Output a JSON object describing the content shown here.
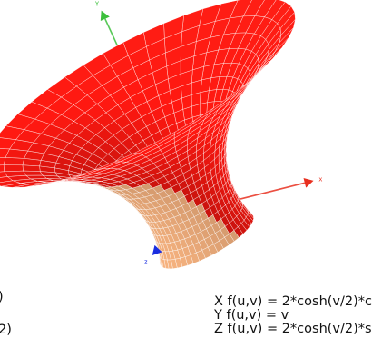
{
  "axes": {
    "x": {
      "label": "x",
      "color": "#e83020"
    },
    "y": {
      "label": "Y",
      "color": "#3cc03c"
    },
    "z": {
      "label": "z",
      "color": "#1a2ee0"
    }
  },
  "equations": {
    "x": "X f(u,v) = 2*cosh(v/2)*c",
    "y": "Y f(u,v) = v",
    "z": "Z f(u,v) = 2*cosh(v/2)*s"
  },
  "left_fragments": {
    "top": ")",
    "bottom": "2)"
  },
  "surface": {
    "outer_color": "#d4140e",
    "inner_color": "#e8a878",
    "mesh_color": "#ffffff"
  }
}
